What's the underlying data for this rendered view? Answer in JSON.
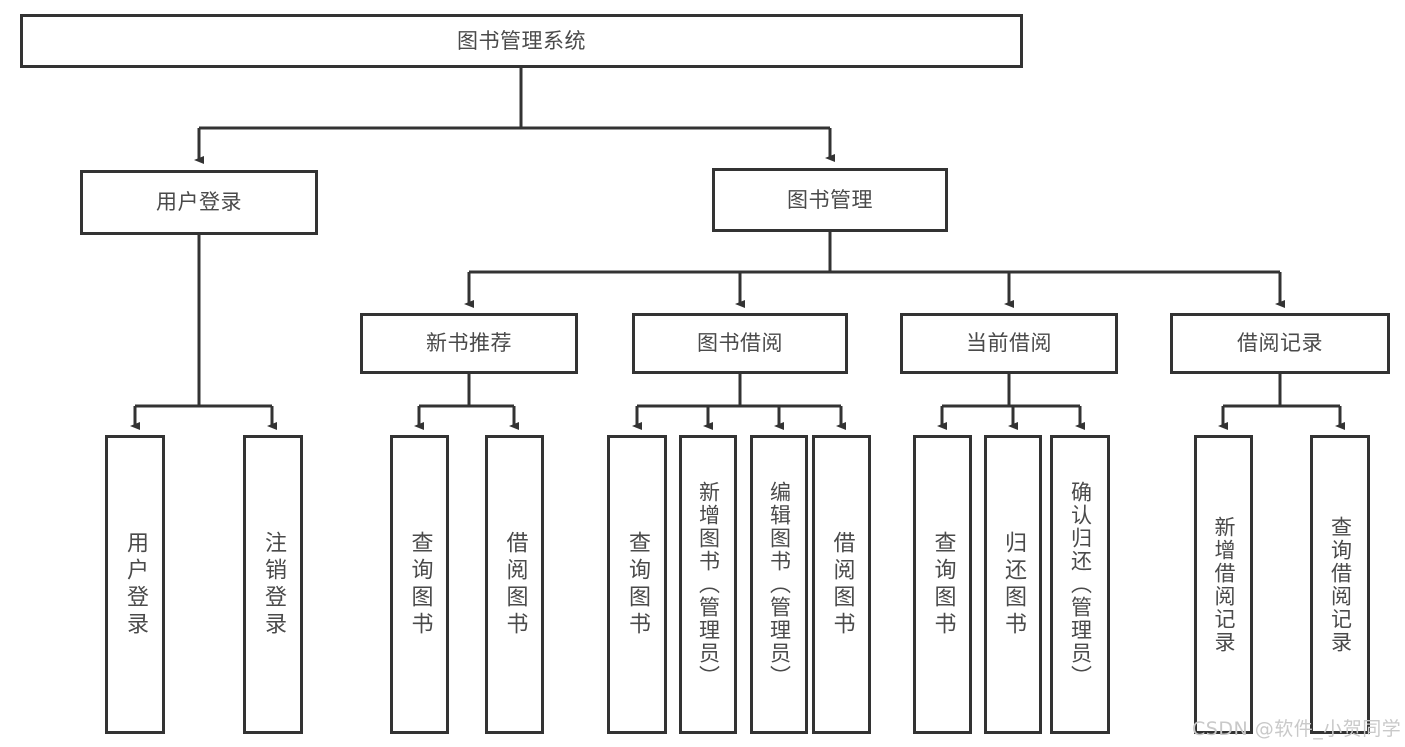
{
  "diagram": {
    "type": "tree-hierarchy-diagram",
    "title": "图书管理系统",
    "watermark": "CSDN @软件_小贺同学",
    "colors": {
      "border": "#333333",
      "text": "#4a4a4a",
      "background": "#ffffff",
      "watermark": "#c9c9c9"
    },
    "levels": {
      "root": {
        "label": "图书管理系统"
      },
      "level2": [
        {
          "label": "用户登录"
        },
        {
          "label": "图书管理"
        }
      ],
      "level3": [
        {
          "label": "新书推荐"
        },
        {
          "label": "图书借阅"
        },
        {
          "label": "当前借阅"
        },
        {
          "label": "借阅记录"
        }
      ],
      "leaves": {
        "user_login": [
          {
            "label": "用户登录"
          },
          {
            "label": "注销登录"
          }
        ],
        "new_book_recommend": [
          {
            "label": "查询图书"
          },
          {
            "label": "借阅图书"
          }
        ],
        "book_borrow": [
          {
            "label": "查询图书"
          },
          {
            "label": "新增图书（管理员）"
          },
          {
            "label": "编辑图书（管理员）"
          },
          {
            "label": "借阅图书"
          }
        ],
        "current_borrow": [
          {
            "label": "查询图书"
          },
          {
            "label": "归还图书"
          },
          {
            "label": "确认归还（管理员）"
          }
        ],
        "borrow_record": [
          {
            "label": "新增借阅记录"
          },
          {
            "label": "查询借阅记录"
          }
        ]
      }
    }
  }
}
